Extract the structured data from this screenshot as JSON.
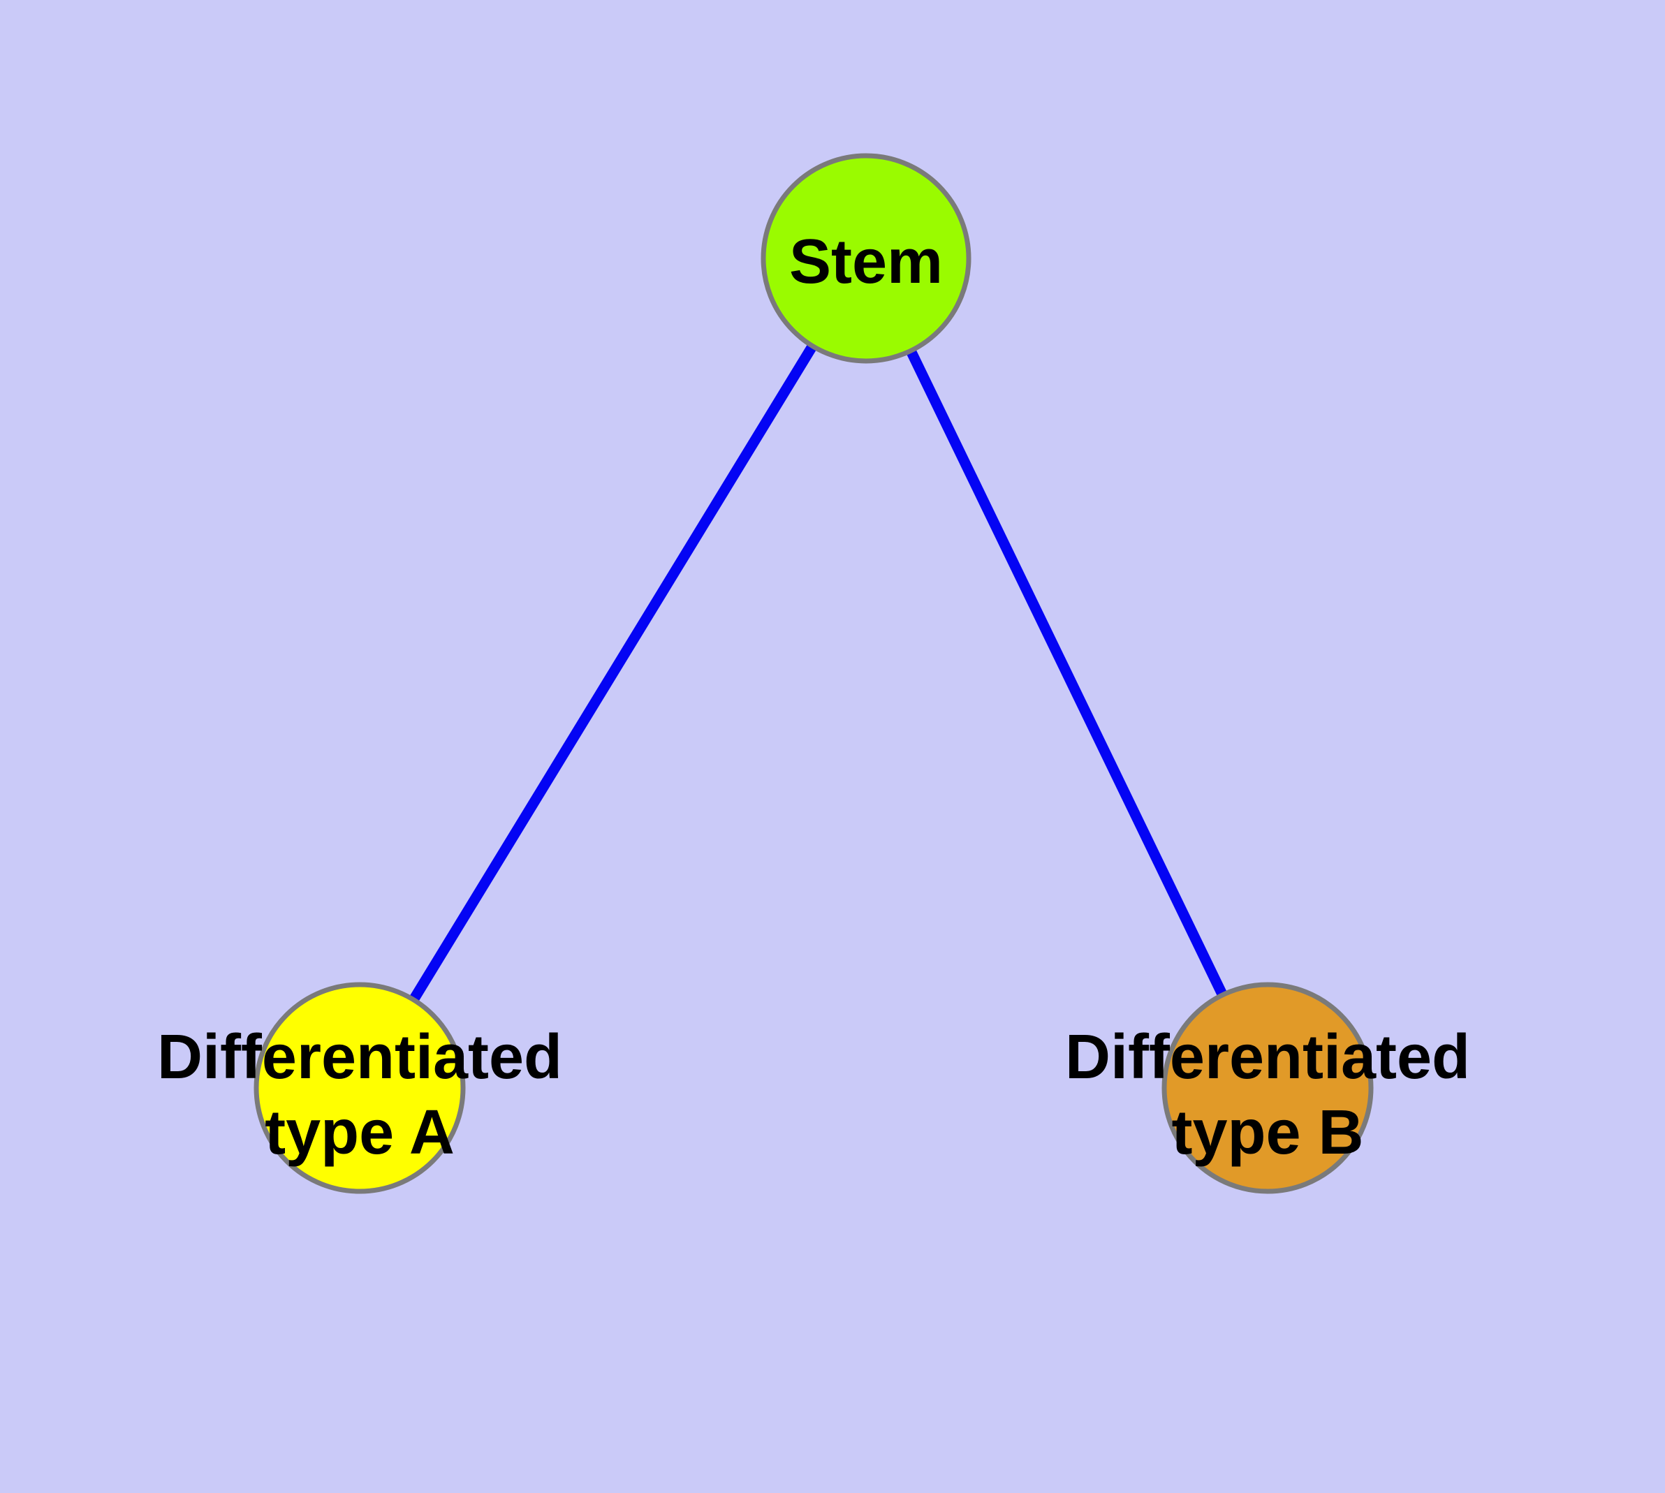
{
  "diagram": {
    "type": "node-link-graph",
    "background_color": "#CACAF8",
    "edge_color": "#0404F4",
    "node_border_color": "#7A7A7A",
    "label_color": "#000000",
    "nodes": [
      {
        "id": "stem",
        "label": "Stem",
        "fill": "#9AFB00"
      },
      {
        "id": "differentiated-type-a",
        "label_line1": "Differentiated",
        "label_line2": "type A",
        "fill": "#FFFF00"
      },
      {
        "id": "differentiated-type-b",
        "label_line1": "Differentiated",
        "label_line2": "type B",
        "fill": "#E19A28"
      }
    ],
    "edges": [
      {
        "from": "Stem",
        "to": "Differentiated type A"
      },
      {
        "from": "Stem",
        "to": "Differentiated type B"
      }
    ]
  }
}
